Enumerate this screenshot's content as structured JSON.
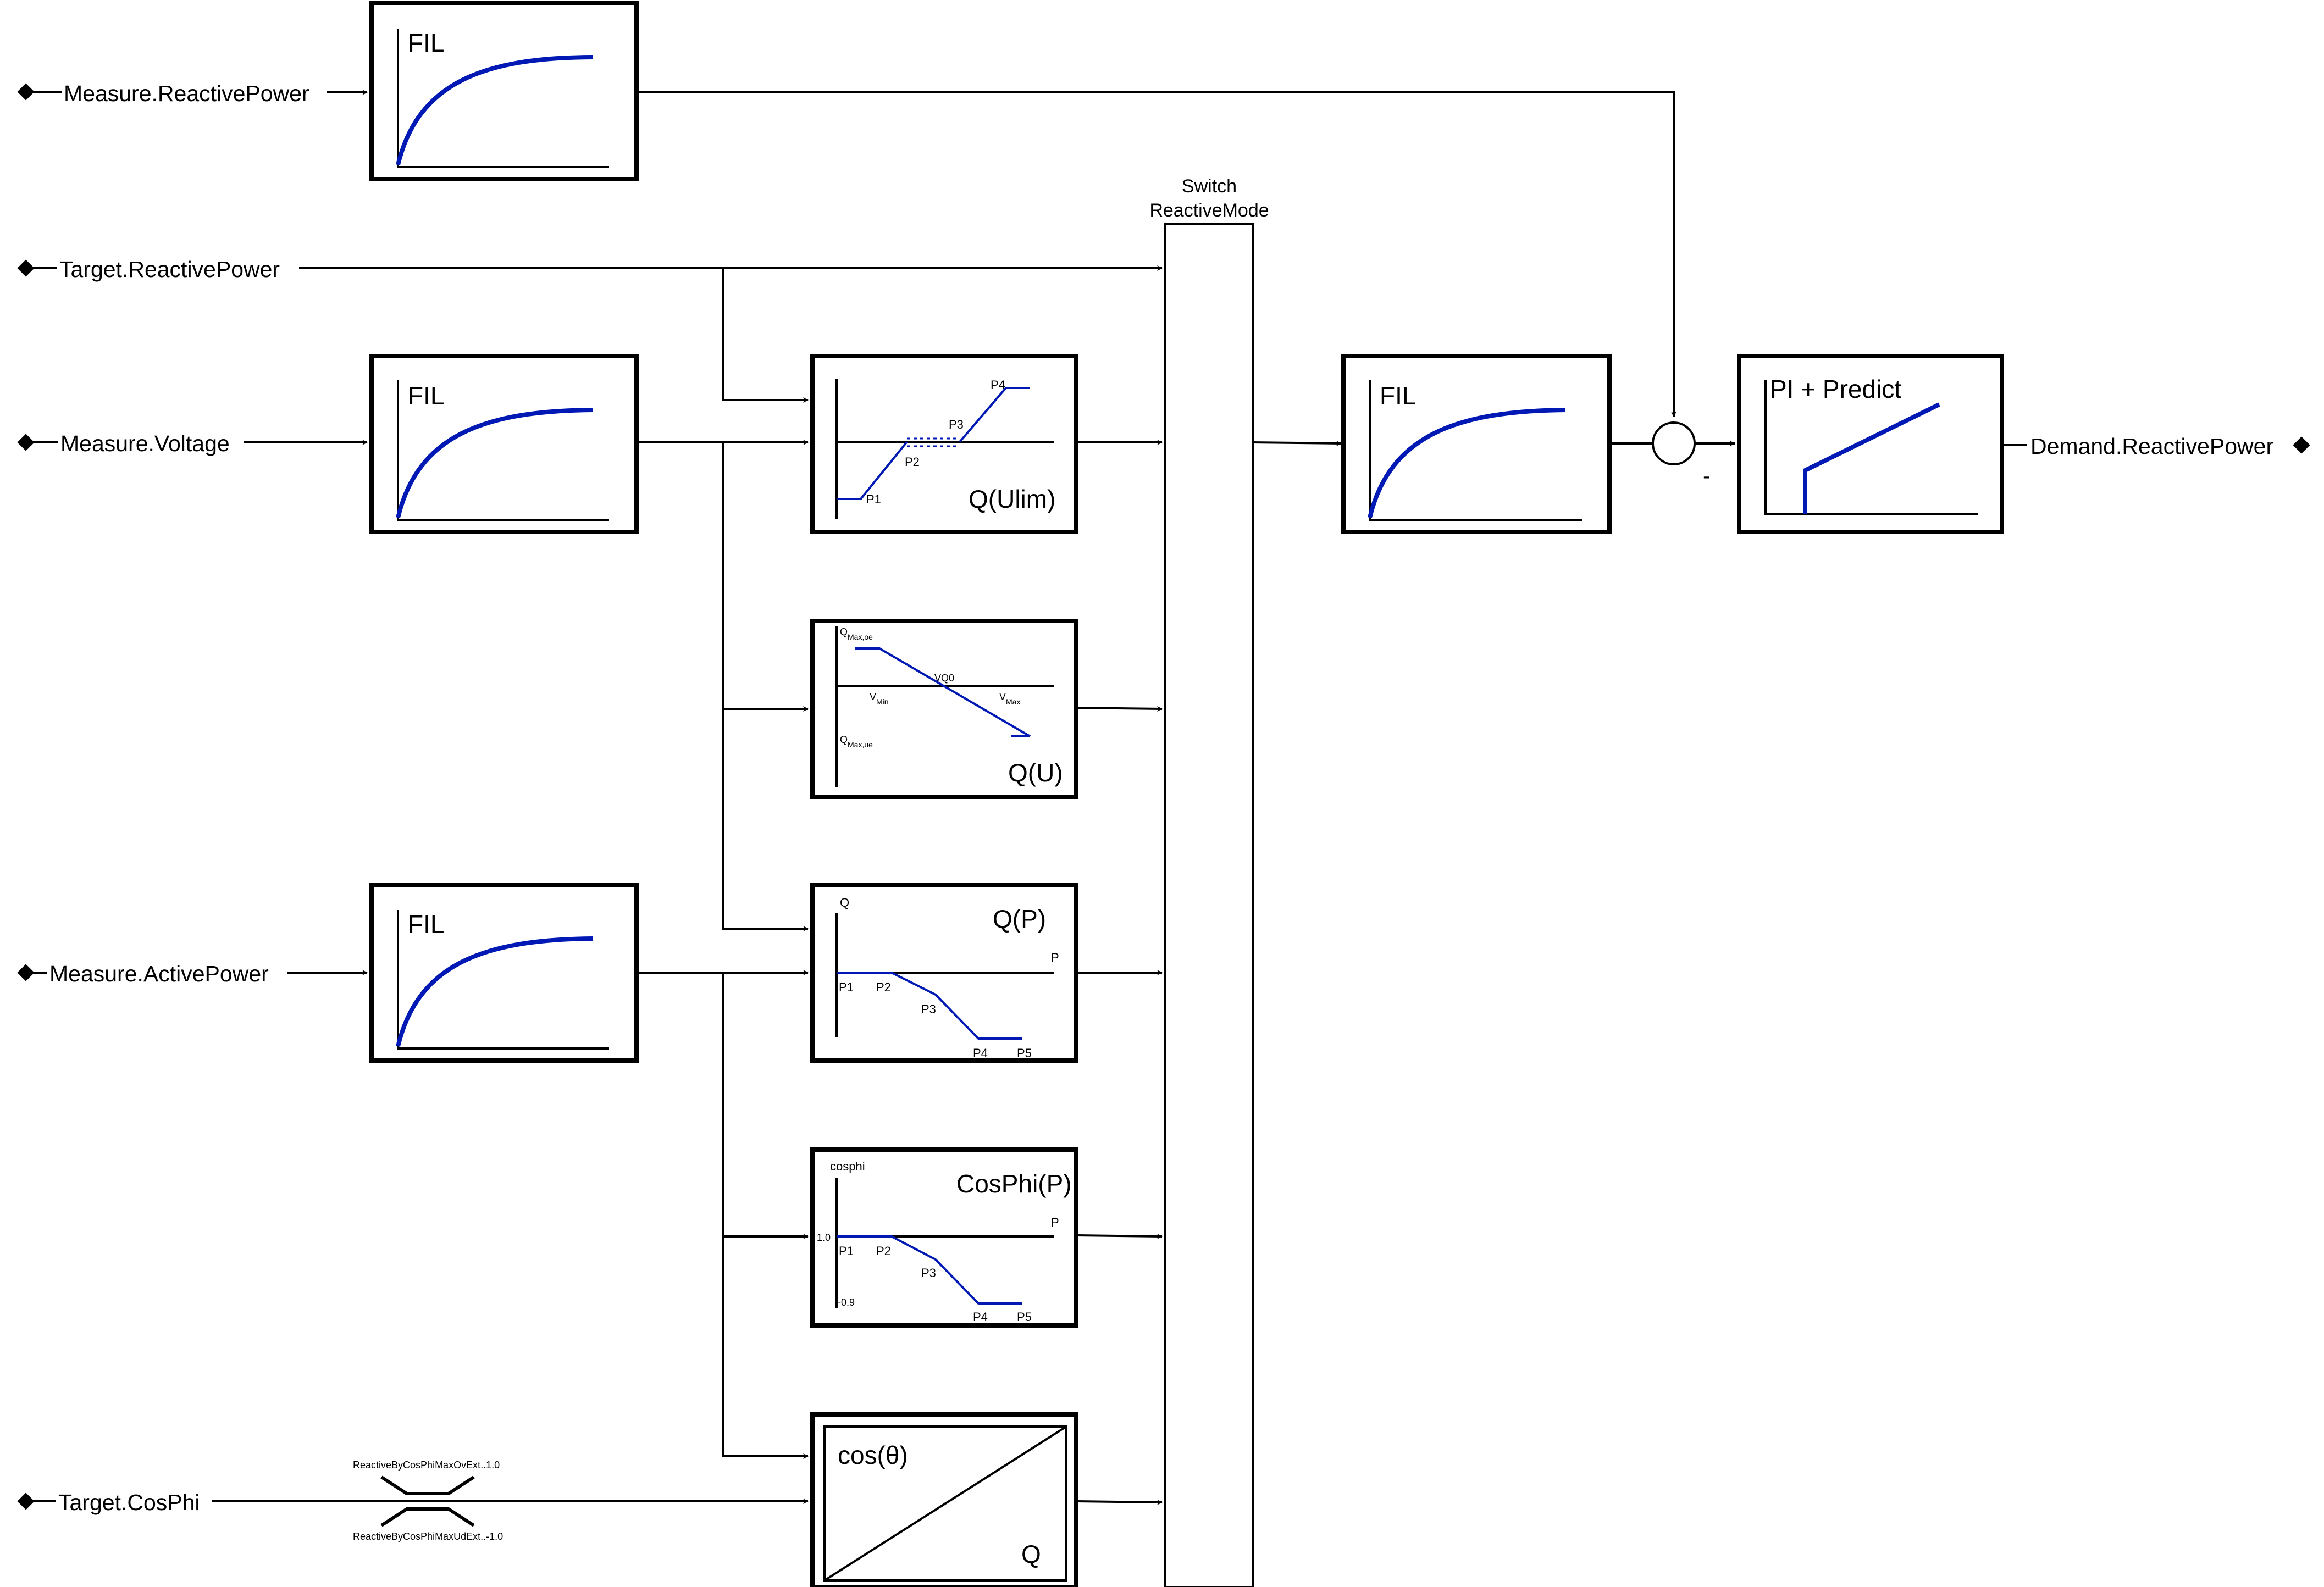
{
  "inputs": {
    "measure_reactive_power": "Measure.ReactivePower",
    "target_reactive_power": "Target.ReactivePower",
    "measure_voltage": "Measure.Voltage",
    "measure_active_power": "Measure.ActivePower",
    "target_cosphi": "Target.CosPhi"
  },
  "output": {
    "demand_reactive_power": "Demand.ReactivePower"
  },
  "filters": {
    "fil_label": "FIL"
  },
  "switch": {
    "line1": "Switch",
    "line2": "ReactiveMode"
  },
  "blocks": {
    "q_ulim": {
      "title": "Q(Ulim)",
      "p1": "P1",
      "p2": "P2",
      "p3": "P3",
      "p4": "P4"
    },
    "q_u": {
      "title": "Q(U)",
      "qmax_oe": "Q",
      "qmax_oe_sub": "Max,oe",
      "vmin": "V",
      "vmin_sub": "Min",
      "vq0": "VQ0",
      "vmax": "V",
      "vmax_sub": "Max",
      "qmax_ue": "Q",
      "qmax_ue_sub": "Max,ue"
    },
    "q_p": {
      "title": "Q(P)",
      "q_axis": "Q",
      "p_axis": "P",
      "p1": "P1",
      "p2": "P2",
      "p3": "P3",
      "p4": "P4",
      "p5": "P5"
    },
    "cosphi_p": {
      "title": "CosPhi(P)",
      "y_axis": "cosphi",
      "p_axis": "P",
      "one": "1.0",
      "neg": "-0.9",
      "p1": "P1",
      "p2": "P2",
      "p3": "P3",
      "p4": "P4",
      "p5": "P5"
    },
    "cos_theta": {
      "title": "cos(θ)",
      "q_label": "Q"
    },
    "pi_predict": {
      "title": "PI + Predict"
    }
  },
  "limiter": {
    "upper": "ReactiveByCosPhiMaxOvExt..1.0",
    "lower": "ReactiveByCosPhiMaxUdExt..-1.0"
  },
  "sum": {
    "minus": "-"
  },
  "colors": {
    "curve": "#0018b4",
    "line": "#000000",
    "background": "#ffffff"
  }
}
